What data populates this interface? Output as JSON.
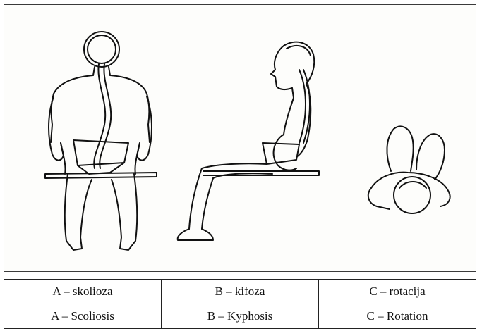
{
  "captions": {
    "rows": [
      [
        "A – skolioza",
        "B – kifoza",
        "C – rotacija"
      ],
      [
        "A – Scoliosis",
        "B – Kyphosis",
        "C – Rotation"
      ]
    ]
  }
}
